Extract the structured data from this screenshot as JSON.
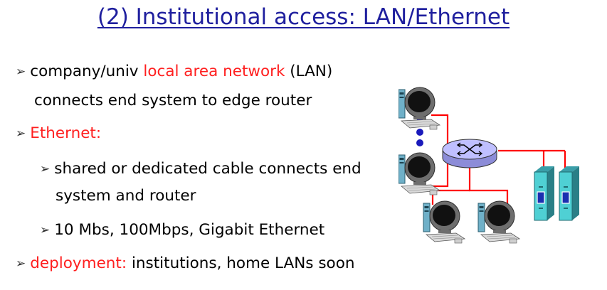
{
  "slide": {
    "title": "(2) Institutional access: LAN/Ethernet",
    "bullet_marker": "➢",
    "bullets": [
      {
        "pre": "company/univ ",
        "highlight": "local area network",
        "post": " (LAN)"
      },
      {
        "text": "connects end system to edge router"
      },
      {
        "highlight": "Ethernet:"
      },
      {
        "text": "shared or dedicated cable connects end"
      },
      {
        "text": "system and router"
      },
      {
        "text": "10 Mbs, 100Mbps, Gigabit Ethernet"
      },
      {
        "highlight": "deployment:",
        "post": " institutions, home LANs soon"
      }
    ]
  },
  "diagram": {
    "link_color": "#ff0000",
    "router_color": "#bfbfff",
    "computers": [
      "computer-icon",
      "computer-icon",
      "computer-icon",
      "computer-icon"
    ],
    "servers": [
      "server-icon",
      "server-icon"
    ],
    "router": "router-icon",
    "ellipsis": "ellipsis-dots"
  }
}
